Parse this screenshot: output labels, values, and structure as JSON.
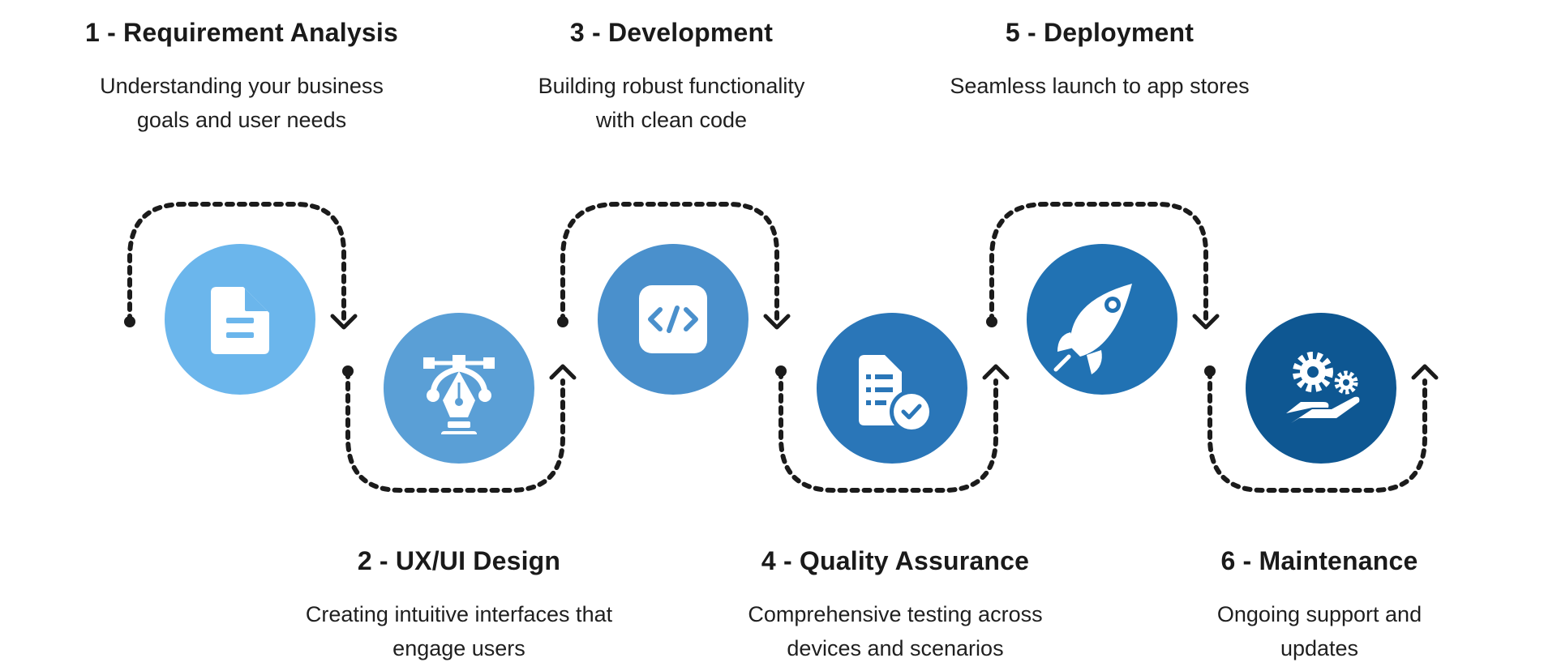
{
  "steps": [
    {
      "title": "1 - Requirement Analysis",
      "description": "Understanding your business\ngoals and user needs",
      "icon": "document-icon",
      "color": "#6bb6ec"
    },
    {
      "title": "2 - UX/UI Design",
      "description": "Creating intuitive interfaces that\nengage users",
      "icon": "pen-tool-icon",
      "color": "#5a9fd6"
    },
    {
      "title": "3 - Development",
      "description": "Building robust functionality\nwith clean code",
      "icon": "code-icon",
      "color": "#4a90cc"
    },
    {
      "title": "4 - Quality Assurance",
      "description": "Comprehensive testing across\ndevices and scenarios",
      "icon": "checklist-icon",
      "color": "#2a76b8"
    },
    {
      "title": "5 - Deployment",
      "description": "Seamless launch to app stores",
      "icon": "rocket-icon",
      "color": "#2172b3"
    },
    {
      "title": "6 - Maintenance",
      "description": "Ongoing support and updates",
      "icon": "gears-hand-icon",
      "color": "#0e5792"
    }
  ],
  "connector_color": "#1b1b1b"
}
